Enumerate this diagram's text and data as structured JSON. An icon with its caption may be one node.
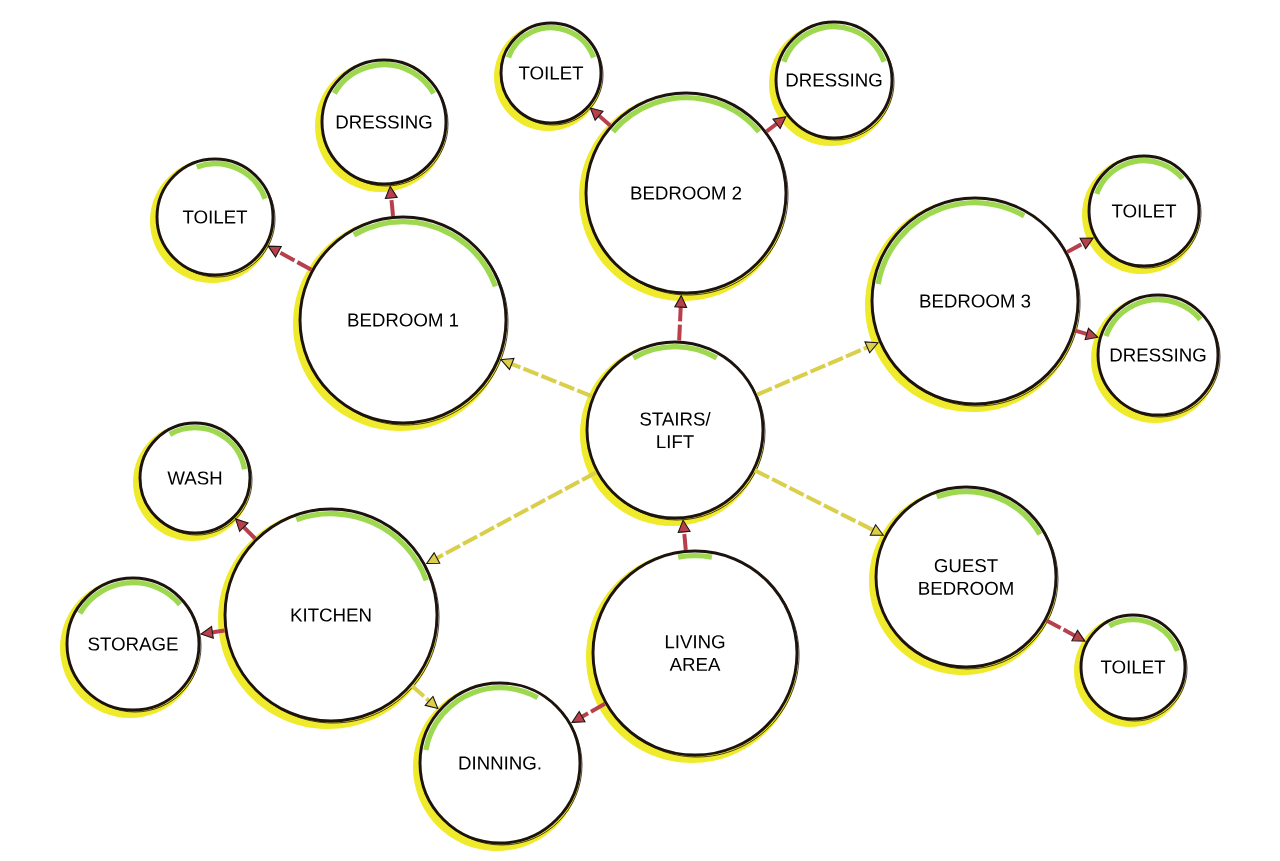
{
  "diagram": {
    "nodes": [
      {
        "text": [
          "TOILET"
        ]
      },
      {
        "text": [
          "DRESSING"
        ]
      },
      {
        "text": [
          "DRESSING"
        ]
      },
      {
        "text": [
          "BEDROOM 2"
        ]
      },
      {
        "text": [
          "TOILET"
        ]
      },
      {
        "text": [
          "TOILET"
        ]
      },
      {
        "text": [
          "BEDROOM 1"
        ]
      },
      {
        "text": [
          "BEDROOM 3"
        ]
      },
      {
        "text": [
          "DRESSING"
        ]
      },
      {
        "text": [
          "STAIRS/ LIFT"
        ]
      },
      {
        "text": [
          "WASH"
        ]
      },
      {
        "text": [
          "KITCHEN"
        ]
      },
      {
        "text": [
          "GUEST BEDROOM"
        ]
      },
      {
        "text": [
          "STORAGE"
        ]
      },
      {
        "text": [
          "LIVING AREA"
        ]
      },
      {
        "text": [
          "TOILET"
        ]
      },
      {
        "text": [
          "DINNING."
        ]
      }
    ],
    "edges": [
      {
        "from": 9,
        "to": 6,
        "arrow": "to",
        "color": "#d9cf4a"
      },
      {
        "from": 9,
        "to": 3,
        "arrow": "to"
      },
      {
        "from": 9,
        "to": 7,
        "arrow": "to",
        "color": "#d9cf4a"
      },
      {
        "from": 9,
        "to": 12,
        "arrow": "to",
        "color": "#d9cf4a"
      },
      {
        "from": 9,
        "to": 11,
        "arrow": "to",
        "color": "#d9cf4a"
      },
      {
        "from": 14,
        "to": 9,
        "arrow": "to"
      },
      {
        "from": 6,
        "to": 4,
        "arrow": "to"
      },
      {
        "from": 6,
        "to": 2,
        "arrow": "to"
      },
      {
        "from": 3,
        "to": 0,
        "arrow": "to"
      },
      {
        "from": 3,
        "to": 1,
        "arrow": "to"
      },
      {
        "from": 7,
        "to": 5,
        "arrow": "to"
      },
      {
        "from": 7,
        "to": 8,
        "arrow": "to"
      },
      {
        "from": 12,
        "to": 15,
        "arrow": "to"
      },
      {
        "from": 11,
        "to": 10,
        "arrow": "to"
      },
      {
        "from": 11,
        "to": 13,
        "arrow": "to"
      },
      {
        "from": 11,
        "to": 16,
        "arrow": "to",
        "color": "#d9cf4a"
      },
      {
        "from": 14,
        "to": 16,
        "arrow": "to"
      }
    ]
  }
}
